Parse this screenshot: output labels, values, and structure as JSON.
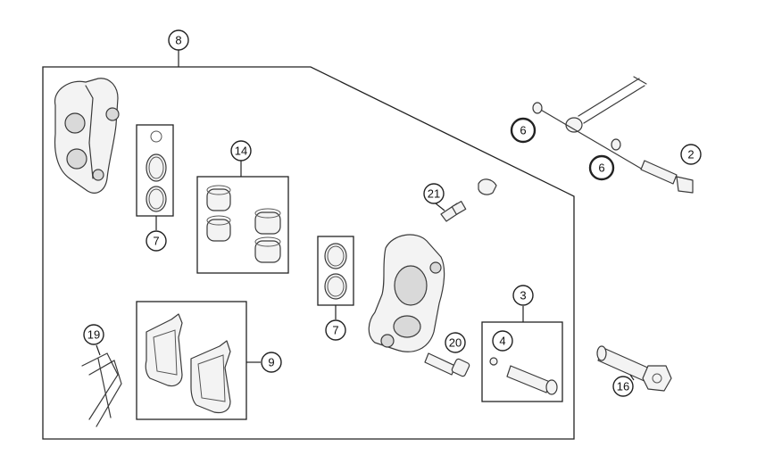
{
  "diagram": {
    "callouts": [
      {
        "id": "8",
        "label": "8"
      },
      {
        "id": "6a",
        "label": "6"
      },
      {
        "id": "6b",
        "label": "6"
      },
      {
        "id": "2",
        "label": "2"
      },
      {
        "id": "14",
        "label": "14"
      },
      {
        "id": "21",
        "label": "21"
      },
      {
        "id": "7a",
        "label": "7"
      },
      {
        "id": "7b",
        "label": "7"
      },
      {
        "id": "3",
        "label": "3"
      },
      {
        "id": "4",
        "label": "4"
      },
      {
        "id": "19",
        "label": "19"
      },
      {
        "id": "20",
        "label": "20"
      },
      {
        "id": "9",
        "label": "9"
      },
      {
        "id": "16",
        "label": "16"
      }
    ],
    "colors": {
      "highlight": "#e07b2a",
      "line": "#222222",
      "part_fill": "#f3f3f3"
    }
  }
}
